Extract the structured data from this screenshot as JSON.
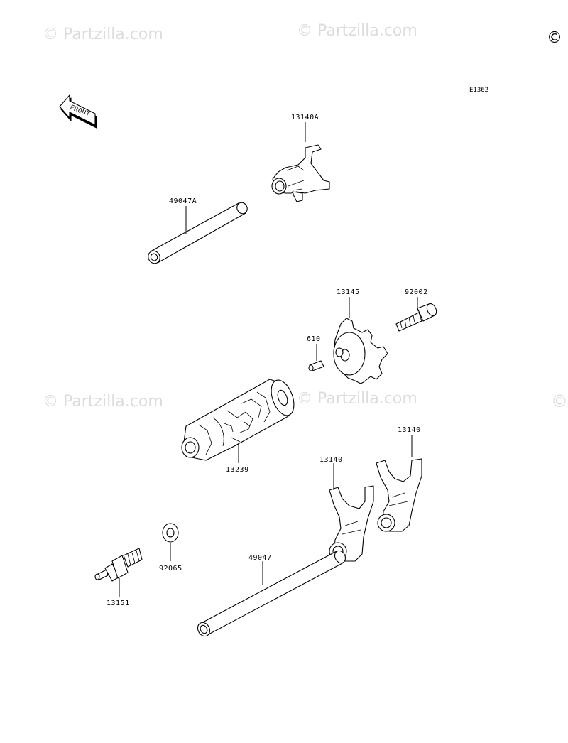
{
  "watermark": {
    "text": "© Partzilla.com",
    "top_left": "© Partzilla.com",
    "top_center": "© Partzilla.com",
    "mid_left": "© Partzilla.com",
    "mid_center": "© Partzilla.com"
  },
  "copyright_symbol": "©",
  "diagram_id": "E1362",
  "front_badge": "FRONT",
  "parts": {
    "p13140A": "13140A",
    "p49047A": "49047A",
    "p13145": "13145",
    "p92002": "92002",
    "p610": "610",
    "p13239": "13239",
    "p13140_left": "13140",
    "p13140_right": "13140",
    "p92065": "92065",
    "p49047": "49047",
    "p13151": "13151"
  }
}
